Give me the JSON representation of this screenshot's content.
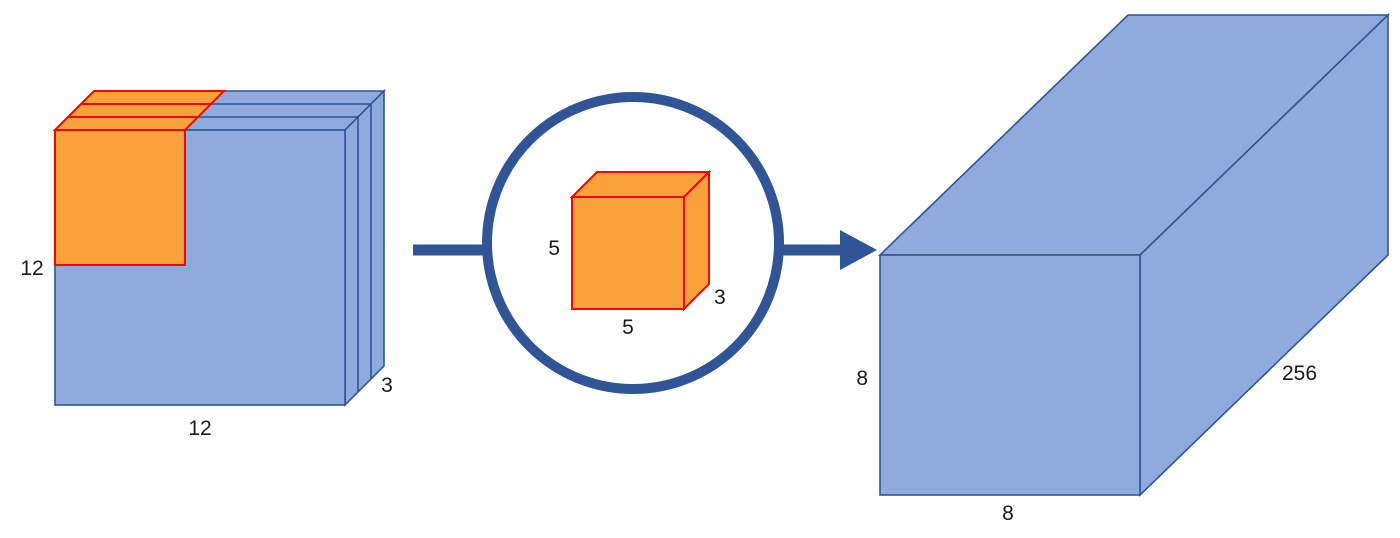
{
  "colors": {
    "volume_fill": "#8FAADC",
    "volume_edge": "#2F5597",
    "highlight_fill": "#F9A13B",
    "highlight_edge": "#FF0000",
    "arrow_blue": "#2F5597"
  },
  "input_volume": {
    "height_label": "12",
    "width_label": "12",
    "depth_label": "3"
  },
  "kernel": {
    "height_label": "5",
    "width_label": "5",
    "depth_label": "3"
  },
  "output_volume": {
    "height_label": "8",
    "width_label": "8",
    "depth_label": "256"
  }
}
